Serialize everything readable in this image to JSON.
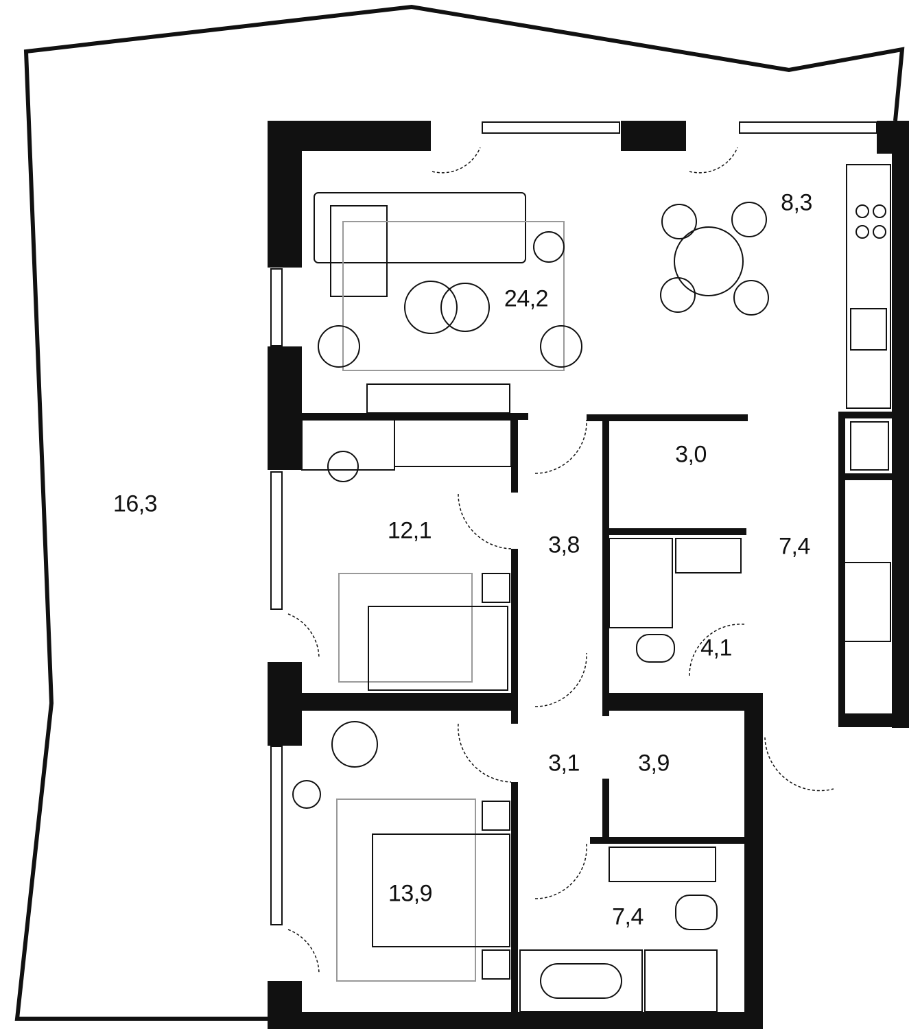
{
  "plan": {
    "wall_color": "#111111",
    "background": "#ffffff",
    "rooms": [
      {
        "id": "living",
        "area": "24,2"
      },
      {
        "id": "kitchen",
        "area": "8,3"
      },
      {
        "id": "terrace",
        "area": "16,3"
      },
      {
        "id": "bedroom-1",
        "area": "12,1"
      },
      {
        "id": "corridor-1",
        "area": "3,8"
      },
      {
        "id": "wardrobe-1",
        "area": "3,0"
      },
      {
        "id": "hall",
        "area": "7,4"
      },
      {
        "id": "bathroom-1",
        "area": "4,1"
      },
      {
        "id": "corridor-2",
        "area": "3,1"
      },
      {
        "id": "wardrobe-2",
        "area": "3,9"
      },
      {
        "id": "bedroom-2",
        "area": "13,9"
      },
      {
        "id": "bathroom-2",
        "area": "7,4"
      }
    ]
  }
}
